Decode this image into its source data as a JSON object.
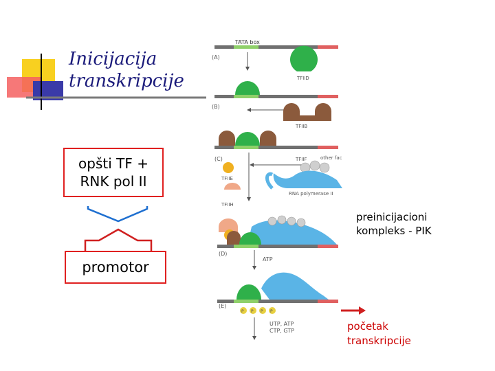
{
  "slide": {
    "title": "Inicijacija\ntranskripcije",
    "box_top": "opšti TF +\nRNK pol II",
    "box_bottom": "promotor",
    "label_pik": "preinicijacioni\nkompleks - PIK",
    "label_start": "početak\ntranskripcije"
  },
  "figure": {
    "tata_box": "TATA box",
    "step_a": "(A)",
    "step_b": "(B)",
    "step_c": "(C)",
    "step_d": "(D)",
    "step_e": "(E)",
    "tfiid": "TFIID",
    "tfiib": "TFIIB",
    "tfiif": "TFIIF",
    "other_factors": "other fac",
    "tfiie": "TFIIE",
    "tfiih": "TFIIH",
    "rna_pol": "RNA polymerase II",
    "atp": "ATP",
    "ntps": "UTP, ATP\nCTP, GTP",
    "p": "P"
  },
  "colors": {
    "title": "#1a1a7a",
    "box_border": "#e02020",
    "bracket": "#1e6fd0",
    "bracket_bottom": "#d02020",
    "start_text": "#cc0000",
    "tfiid": "#2fb04a",
    "tfiib": "#8b5a3c",
    "polymerase": "#5ab4e6",
    "tfiie": "#f0b020",
    "tfiih": "#f0a888",
    "dna": "#707070",
    "tata": "#8fd06a",
    "dna_end": "#e06060"
  }
}
